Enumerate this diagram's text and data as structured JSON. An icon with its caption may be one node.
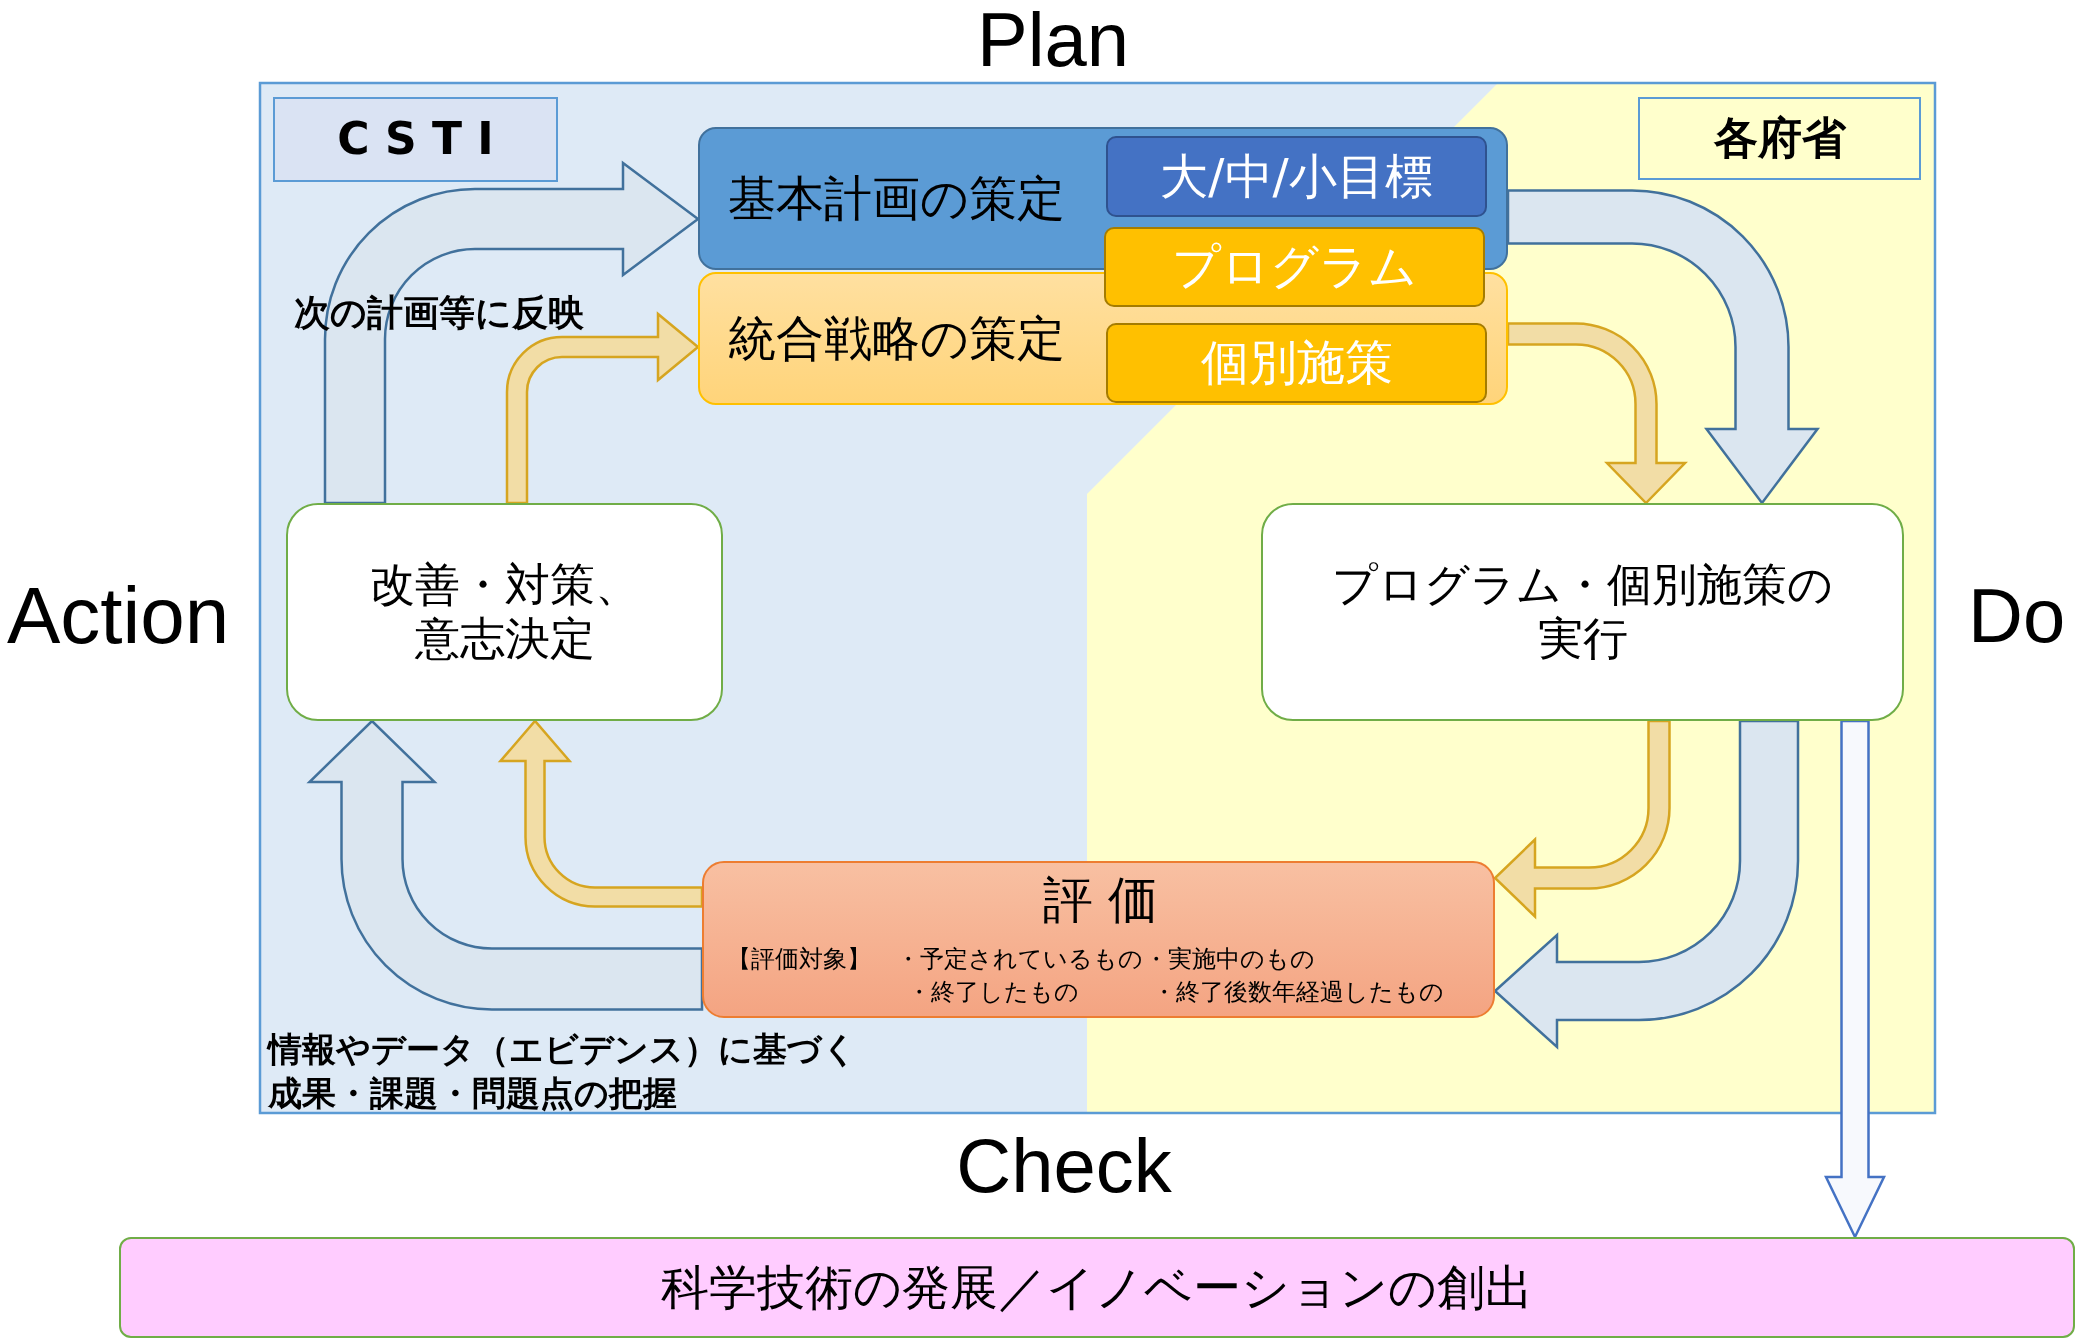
{
  "diagram": {
    "nodes": [
      {
        "text": [
          "C S T I"
        ]
      },
      {
        "text": [
          "各府省"
        ]
      },
      {
        "text": [
          "基本計画の策定"
        ]
      },
      {
        "text": [
          "大/中/小目標"
        ],
        "in": 2
      },
      {
        "text": [
          "プログラム"
        ]
      },
      {
        "text": [
          "統合戦略の策定"
        ]
      },
      {
        "text": [
          "個別施策"
        ],
        "in": 5
      },
      {
        "text": [
          "改善・対策、意志決定"
        ]
      },
      {
        "text": [
          "プログラム・個別施策の実行"
        ]
      },
      {
        "text": [
          "評 価",
          "【評価対象】",
          "・予定されているもの",
          "・実施中のもの",
          "・終了したもの",
          "・終了後数年経過したもの"
        ]
      },
      {
        "text": [
          "科学技術の発展／イノベーションの創出"
        ]
      }
    ],
    "edges": [
      {
        "from": 7,
        "to": 2,
        "arrow": "to"
      },
      {
        "from": 7,
        "to": 5,
        "arrow": "to",
        "color": "#d6a520"
      },
      {
        "from": 2,
        "to": 8,
        "arrow": "to"
      },
      {
        "from": 5,
        "to": 8,
        "arrow": "to",
        "color": "#d6a520"
      },
      {
        "from": 8,
        "to": 9,
        "arrow": "to",
        "color": "#d6a520"
      },
      {
        "from": 8,
        "to": 9,
        "arrow": "to"
      },
      {
        "from": 9,
        "to": 7,
        "arrow": "to"
      },
      {
        "from": 9,
        "to": 7,
        "arrow": "to",
        "color": "#d6a520"
      },
      {
        "from": 8,
        "to": 10,
        "arrow": "to",
        "color": "#4472c4"
      }
    ],
    "labels": [
      "Plan",
      "次の計画等に反映",
      "Action",
      "Do",
      "情報やデータ（エビデンス）に基づく成果・課題・問題点の把握",
      "Check"
    ]
  }
}
